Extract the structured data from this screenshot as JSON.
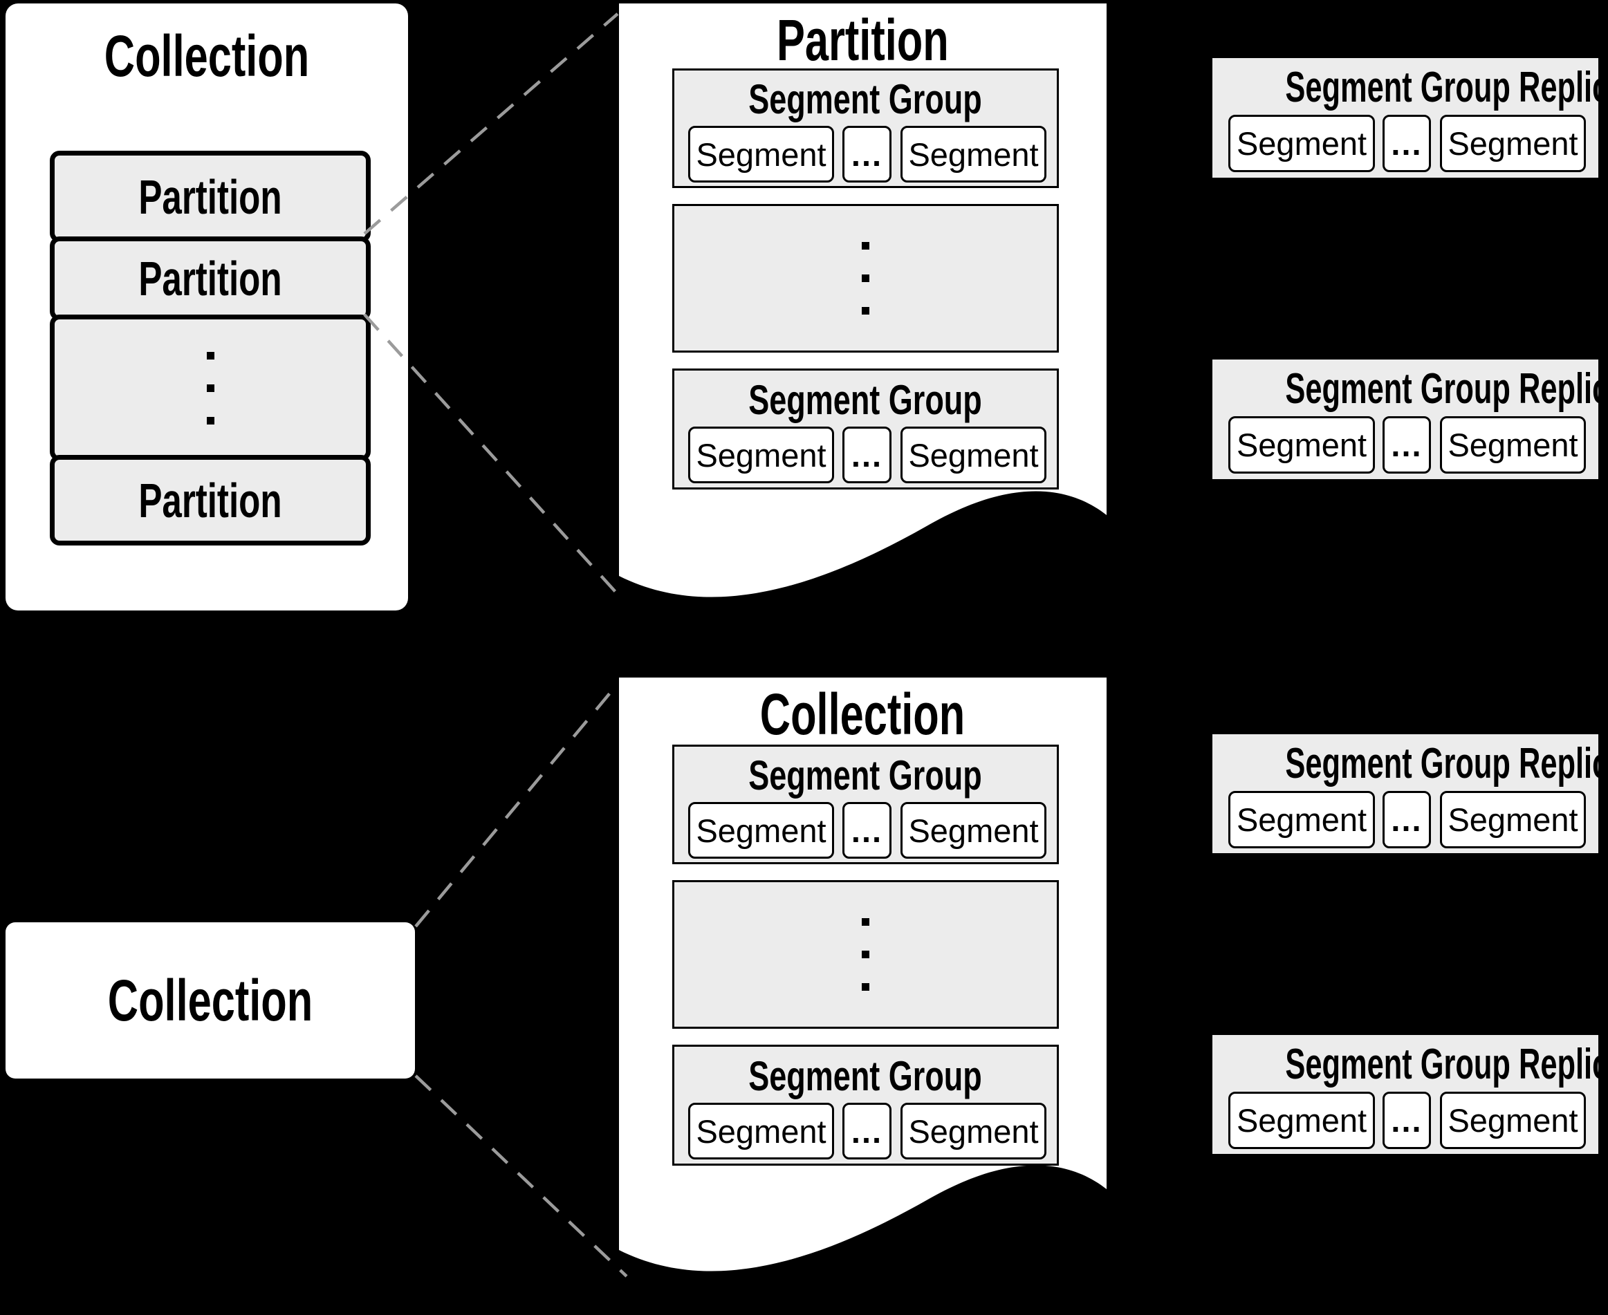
{
  "colors": {
    "background": "#000000",
    "surface": "#ffffff",
    "panel_fill": "#ececec",
    "border": "#000000",
    "dashed_line": "#9b9b9b"
  },
  "top_left_collection": {
    "title": "Collection",
    "partitions": [
      "Partition",
      "Partition",
      "Partition"
    ]
  },
  "partition_page": {
    "title": "Partition",
    "segment_groups": [
      {
        "title": "Segment Group",
        "segments": [
          "Segment",
          "Segment"
        ],
        "ellipsis": "..."
      },
      {
        "title": "Segment Group",
        "segments": [
          "Segment",
          "Segment"
        ],
        "ellipsis": "..."
      }
    ]
  },
  "collection_page": {
    "title": "Collection",
    "segment_groups": [
      {
        "title": "Segment Group",
        "segments": [
          "Segment",
          "Segment"
        ],
        "ellipsis": "..."
      },
      {
        "title": "Segment Group",
        "segments": [
          "Segment",
          "Segment"
        ],
        "ellipsis": "..."
      }
    ]
  },
  "bottom_left_collection": {
    "title": "Collection"
  },
  "replicas": [
    {
      "title": "Segment Group Replica",
      "segments": [
        "Segment",
        "Segment"
      ],
      "ellipsis": "..."
    },
    {
      "title": "Segment Group Replica",
      "segments": [
        "Segment",
        "Segment"
      ],
      "ellipsis": "..."
    },
    {
      "title": "Segment Group Replica",
      "segments": [
        "Segment",
        "Segment"
      ],
      "ellipsis": "..."
    },
    {
      "title": "Segment Group Replica",
      "segments": [
        "Segment",
        "Segment"
      ],
      "ellipsis": "..."
    }
  ]
}
